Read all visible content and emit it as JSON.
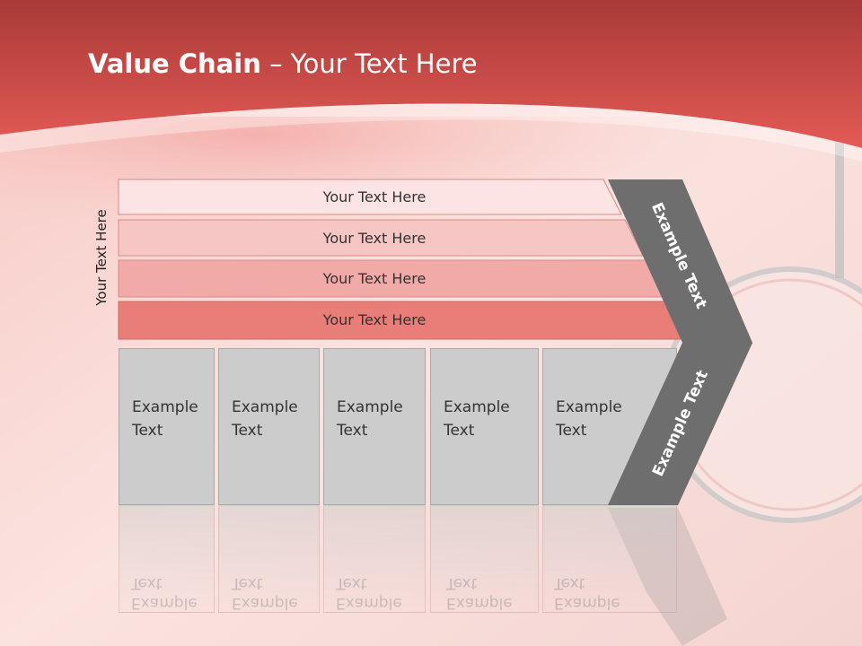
{
  "title": {
    "bold": "Value Chain",
    "rest": " – Your Text Here"
  },
  "side_label": "Your Text Here",
  "bands": [
    {
      "label": "Your Text Here",
      "color": "#fbe4e3"
    },
    {
      "label": "Your Text Here",
      "color": "#f6c6c4"
    },
    {
      "label": "Your Text Here",
      "color": "#f1aaa7"
    },
    {
      "label": "Your Text Here",
      "color": "#e97e78"
    }
  ],
  "boxes": [
    {
      "line1": "Example",
      "line2": "Text"
    },
    {
      "line1": "Example",
      "line2": "Text"
    },
    {
      "line1": "Example",
      "line2": "Text"
    },
    {
      "line1": "Example",
      "line2": "Text"
    },
    {
      "line1": "Example",
      "line2": "Text"
    }
  ],
  "chevron": {
    "top_label": "Example Text",
    "bottom_label": "Example Text"
  },
  "colors": {
    "header": "#d9504c",
    "chevron": "#6e6e6e",
    "box": "#cccccc"
  }
}
